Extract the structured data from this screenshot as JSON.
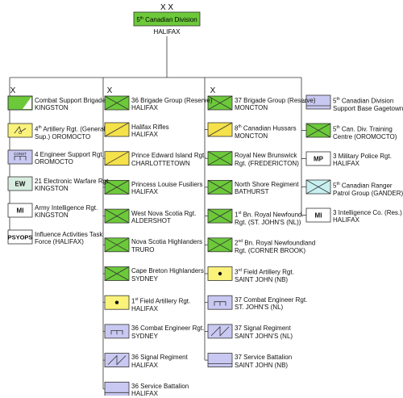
{
  "division": {
    "echelon": "X X",
    "name_prefix": "5",
    "name_sup": "th",
    "name_rest": " Canadian Division",
    "location": "HALIFAX",
    "color": "#6cc93a"
  },
  "columns": [
    {
      "echelon": "X",
      "symbol": "infantry-split",
      "title": "Combat Support Brigade",
      "location": "KINGSTON",
      "units": [
        {
          "symbol": "artillery-general",
          "line1_pre": "4",
          "line1_sup": "th",
          "line1": " Artillery Rgt. (General",
          "line2": "Sup.) OROMOCTO"
        },
        {
          "symbol": "engineer-const",
          "text_mark": "CONST",
          "line1_pre": "",
          "line1_sup": "",
          "line1": "4 Engineer Support Rgt.",
          "line2": "OROMOCTO"
        },
        {
          "symbol": "text-box",
          "text_mark": "EW",
          "line1_pre": "",
          "line1_sup": "",
          "line1": "21 Electronic Warfare Rgt.",
          "line2": "KINGSTON"
        },
        {
          "symbol": "text-box",
          "text_mark": "MI",
          "line1_pre": "",
          "line1_sup": "",
          "line1": "Army Intelligence Rgt.",
          "line2": "KINGSTON"
        },
        {
          "symbol": "text-box",
          "text_mark": "PSYOPS",
          "line1_pre": "",
          "line1_sup": "",
          "line1": "Influence Activities Task",
          "line2": "Force (HALIFAX)"
        }
      ]
    },
    {
      "echelon": "X",
      "symbol": "infantry",
      "title": "36 Brigade Group (Reserve)",
      "location": "HALIFAX",
      "units": [
        {
          "symbol": "armour-yellow",
          "line1_pre": "",
          "line1_sup": "",
          "line1": "Halifax Rifles",
          "line2": "HALIFAX"
        },
        {
          "symbol": "armour-yellow",
          "line1_pre": "",
          "line1_sup": "",
          "line1": "Prince Edward Island Rgt.",
          "line2": "CHARLOTTETOWN"
        },
        {
          "symbol": "infantry",
          "line1_pre": "",
          "line1_sup": "",
          "line1": "Princess Louise Fusiliers",
          "line2": "HALIFAX"
        },
        {
          "symbol": "infantry",
          "line1_pre": "",
          "line1_sup": "",
          "line1": "West Nova Scotia Rgt.",
          "line2": "ALDERSHOT"
        },
        {
          "symbol": "infantry",
          "line1_pre": "",
          "line1_sup": "",
          "line1": "Nova Scotia Highlanders",
          "line2": "TRURO"
        },
        {
          "symbol": "infantry",
          "line1_pre": "",
          "line1_sup": "",
          "line1": "Cape Breton Highlanders",
          "line2": "SYDNEY"
        },
        {
          "symbol": "artillery",
          "line1_pre": "1",
          "line1_sup": "st",
          "line1": " Field Artillery Rgt.",
          "line2": "HALIFAX"
        },
        {
          "symbol": "engineer",
          "line1_pre": "",
          "line1_sup": "",
          "line1": "36 Combat Engineer Rgt.",
          "line2": "SYDNEY"
        },
        {
          "symbol": "signal",
          "line1_pre": "",
          "line1_sup": "",
          "line1": "36 Signal Regiment",
          "line2": "HALIFAX"
        },
        {
          "symbol": "service",
          "line1_pre": "",
          "line1_sup": "",
          "line1": "36 Service Battalion",
          "line2": "HALIFAX"
        }
      ]
    },
    {
      "echelon": "X",
      "symbol": "infantry",
      "title": "37 Brigade Group (Reserve)",
      "location": "MONCTON",
      "units": [
        {
          "symbol": "armour-yellow",
          "line1_pre": "8",
          "line1_sup": "th",
          "line1": " Canadian Hussars",
          "line2": "MONCTON"
        },
        {
          "symbol": "infantry",
          "line1_pre": "",
          "line1_sup": "",
          "line1": "Royal New Brunswick",
          "line2": "Rgt. (FREDERICTON)"
        },
        {
          "symbol": "infantry",
          "line1_pre": "",
          "line1_sup": "",
          "line1": "North Shore Regiment",
          "line2": "BATHURST"
        },
        {
          "symbol": "infantry",
          "line1_pre": "1",
          "line1_sup": "st",
          "line1": " Bn. Royal Newfound.",
          "line2": "Rgt. (ST. JOHN'S (NL))"
        },
        {
          "symbol": "infantry",
          "line1_pre": "2",
          "line1_sup": "nd",
          "line1": " Bn. Royal Newfoundland",
          "line2": "Rgt. (CORNER BROOK)"
        },
        {
          "symbol": "artillery",
          "line1_pre": "3",
          "line1_sup": "rd",
          "line1": " Field Artillery Rgt.",
          "line2": "SAINT JOHN (NB)"
        },
        {
          "symbol": "engineer",
          "line1_pre": "",
          "line1_sup": "",
          "line1": "37 Combat Engineer Rgt.",
          "line2": "ST. JOHN'S (NL)"
        },
        {
          "symbol": "signal",
          "line1_pre": "",
          "line1_sup": "",
          "line1": "37 Signal Regiment",
          "line2": "SAINT JOHN'S (NL)"
        },
        {
          "symbol": "service",
          "line1_pre": "",
          "line1_sup": "",
          "line1": "37 Service Battalion",
          "line2": "SAINT JOHN (NB)"
        }
      ]
    },
    {
      "echelon": "",
      "symbol": "none",
      "title": "",
      "location": "",
      "units": [
        {
          "symbol": "service",
          "line1_pre": "5",
          "line1_sup": "th",
          "line1": " Canadian Division",
          "line2": "Support Base Gagetown"
        },
        {
          "symbol": "infantry",
          "line1_pre": "5",
          "line1_sup": "th",
          "line1": " Can. Div. Training",
          "line2": "Centre (OROMOCTO)"
        },
        {
          "symbol": "text-box",
          "text_mark": "MP",
          "line1_pre": "",
          "line1_sup": "",
          "line1": "3 Military Police Rgt.",
          "line2": "HALIFAX"
        },
        {
          "symbol": "ranger",
          "line1_pre": "5",
          "line1_sup": "th",
          "line1": " Canadian Ranger",
          "line2": "Patrol Group (GANDER)"
        },
        {
          "symbol": "text-box",
          "text_mark": "MI",
          "line1_pre": "",
          "line1_sup": "",
          "line1": "3 Intelligence Co. (Res.)",
          "line2": "HALIFAX"
        }
      ]
    }
  ],
  "colors": {
    "infantry": "#6cc93a",
    "armour": "#f5e14a",
    "artillery": "#faf27a",
    "support": "#c9c8f2",
    "ranger": "#c8f0f0",
    "neutral": "#ffffff",
    "ew": "#d8ece0",
    "line": "#333333"
  }
}
